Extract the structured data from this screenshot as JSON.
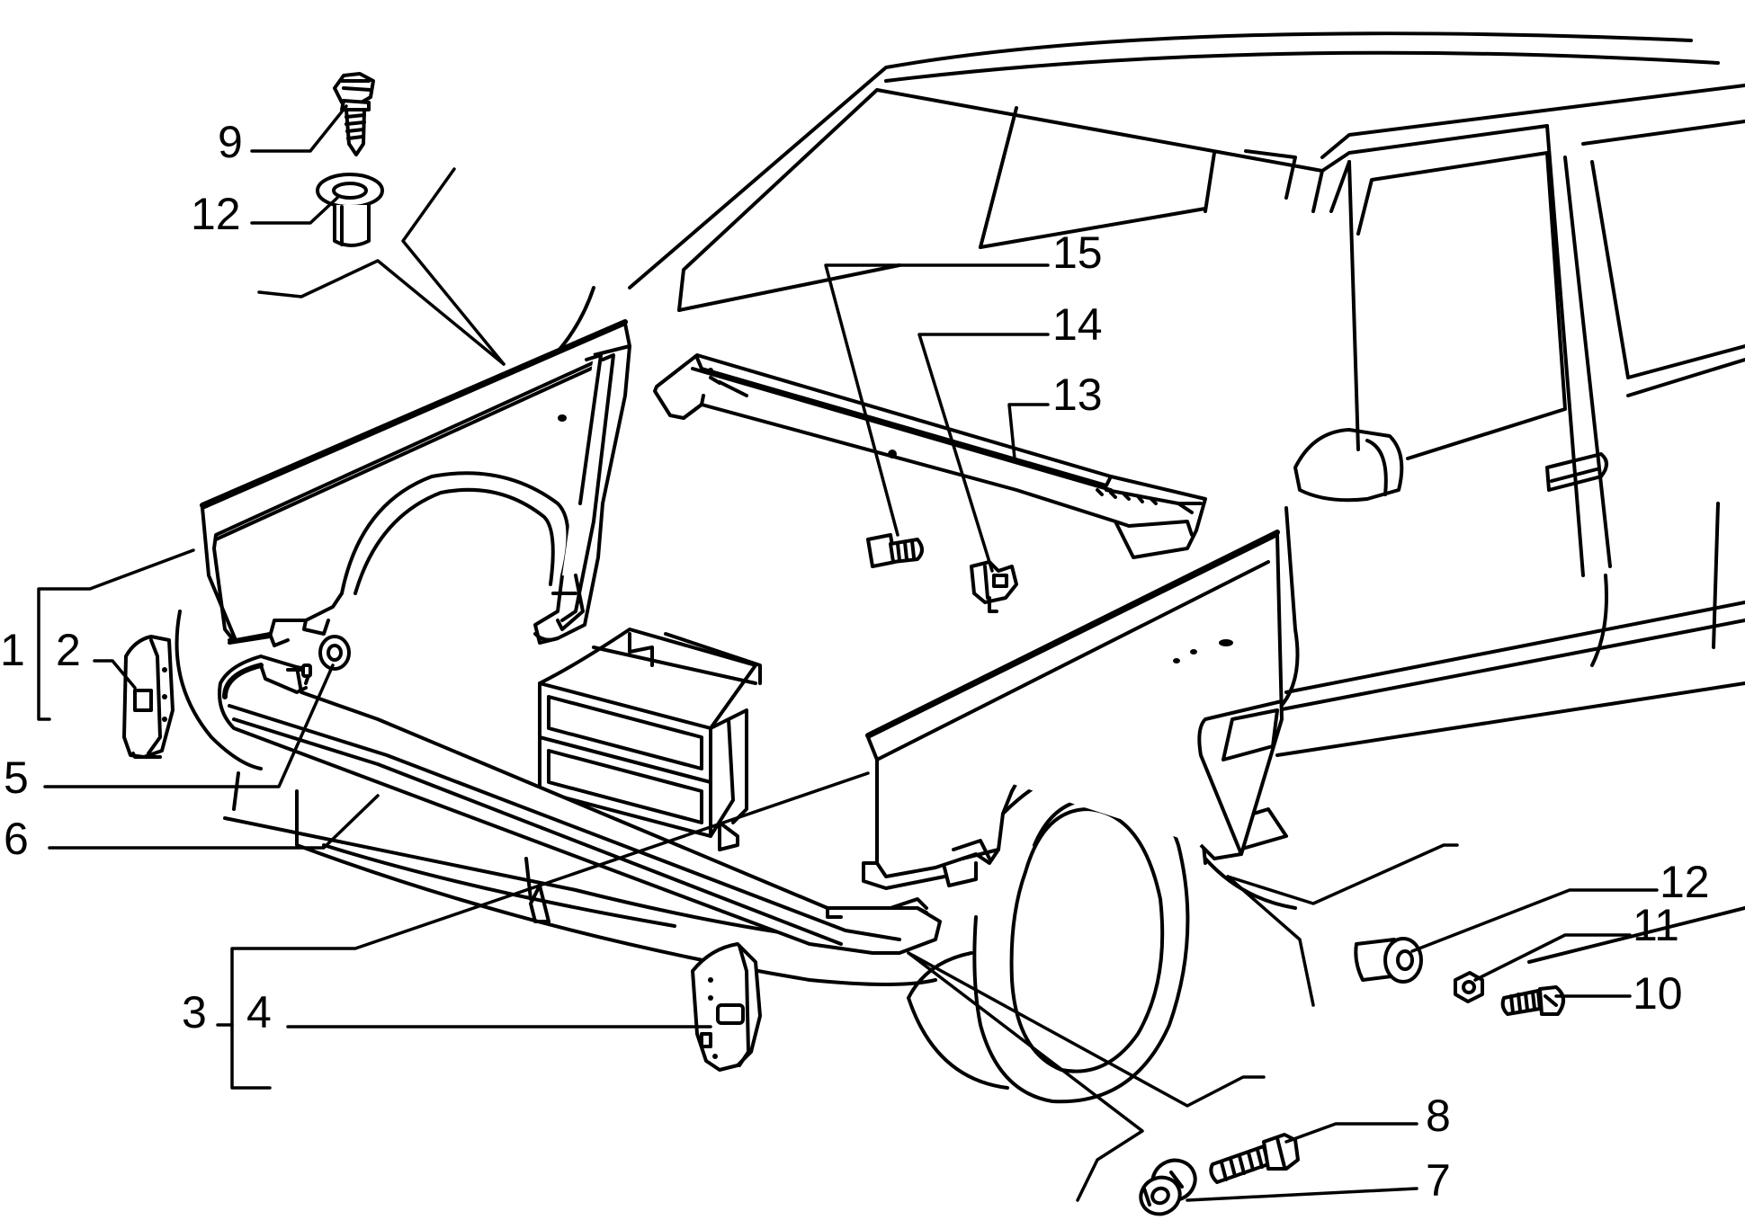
{
  "diagram": {
    "callouts": {
      "c1": "1",
      "c2": "2",
      "c3": "3",
      "c4": "4",
      "c5": "5",
      "c6": "6",
      "c7": "7",
      "c8": "8",
      "c9": "9",
      "c10": "10",
      "c11": "11",
      "c12a": "12",
      "c12b": "12",
      "c13": "13",
      "c14": "14",
      "c15": "15"
    }
  }
}
